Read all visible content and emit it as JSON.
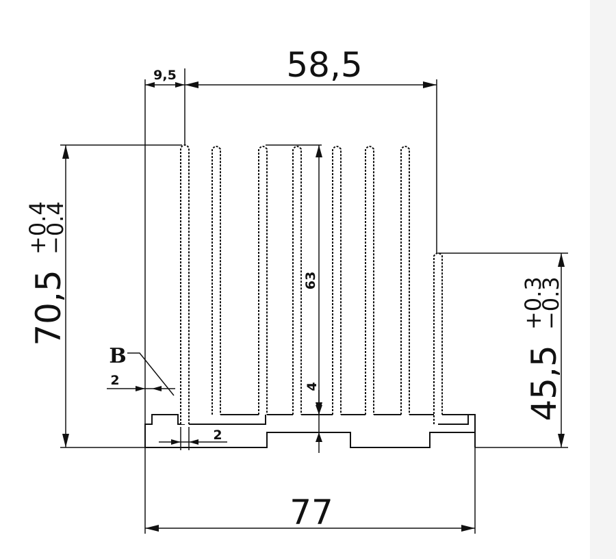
{
  "drawing": {
    "dim_overall_width": "77",
    "dim_top_span": "58,5",
    "dim_left_offset": "9,5",
    "dim_height_left": "70,5",
    "dim_height_left_tol_plus": "+0.4",
    "dim_height_left_tol_minus": "−0.4",
    "dim_height_right": "45,5",
    "dim_height_right_tol_plus": "+0.3",
    "dim_height_right_tol_minus": "−0.3",
    "dim_fin_height": "63",
    "dim_base_thickness": "4",
    "dim_fin_thickness": "2",
    "dim_lip_width": "2",
    "detail_label": "B"
  }
}
